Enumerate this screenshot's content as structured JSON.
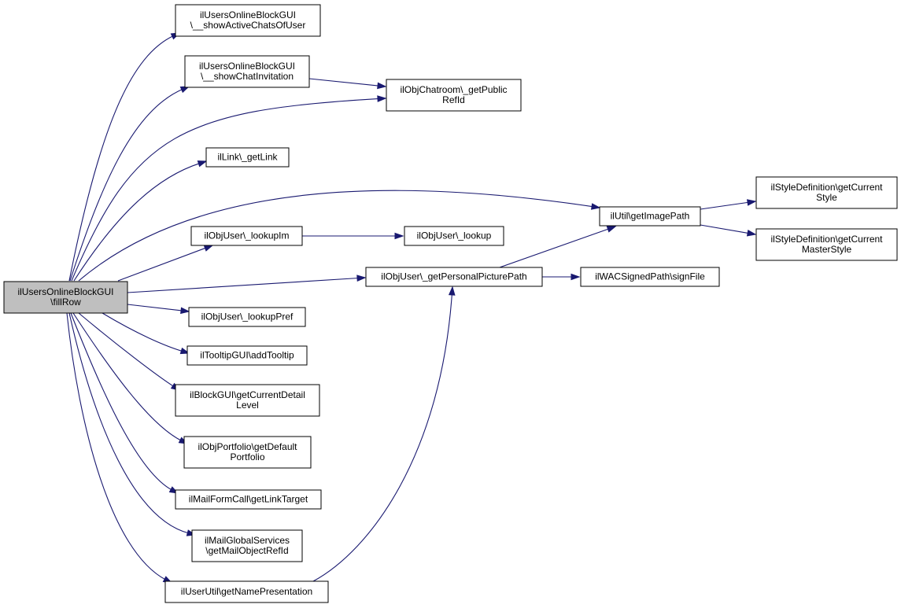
{
  "graph": {
    "edge_color": "#191970",
    "root_fill": "#bfbfbf",
    "nodes": [
      {
        "id": "fillRow",
        "lines": [
          "ilUsersOnlineBlockGUI",
          "\\fillRow"
        ],
        "root": true
      },
      {
        "id": "showActiveChats",
        "lines": [
          "ilUsersOnlineBlockGUI",
          "\\__showActiveChatsOfUser"
        ]
      },
      {
        "id": "showChatInvitation",
        "lines": [
          "ilUsersOnlineBlockGUI",
          "\\__showChatInvitation"
        ]
      },
      {
        "id": "getPublicRefId",
        "lines": [
          "ilObjChatroom\\_getPublic",
          "RefId"
        ]
      },
      {
        "id": "getLink",
        "lines": [
          "ilLink\\_getLink"
        ]
      },
      {
        "id": "getImagePath",
        "lines": [
          "ilUtil\\getImagePath"
        ]
      },
      {
        "id": "getCurrentStyle",
        "lines": [
          "ilStyleDefinition\\getCurrent",
          "Style"
        ]
      },
      {
        "id": "getCurrentMasterStyle",
        "lines": [
          "ilStyleDefinition\\getCurrent",
          "MasterStyle"
        ]
      },
      {
        "id": "lookupIm",
        "lines": [
          "ilObjUser\\_lookupIm"
        ]
      },
      {
        "id": "lookup",
        "lines": [
          "ilObjUser\\_lookup"
        ]
      },
      {
        "id": "getPersonalPicturePath",
        "lines": [
          "ilObjUser\\_getPersonalPicturePath"
        ]
      },
      {
        "id": "signFile",
        "lines": [
          "ilWACSignedPath\\signFile"
        ]
      },
      {
        "id": "lookupPref",
        "lines": [
          "ilObjUser\\_lookupPref"
        ]
      },
      {
        "id": "addTooltip",
        "lines": [
          "ilTooltipGUI\\addTooltip"
        ]
      },
      {
        "id": "getCurrentDetailLevel",
        "lines": [
          "ilBlockGUI\\getCurrentDetail",
          "Level"
        ]
      },
      {
        "id": "getDefaultPortfolio",
        "lines": [
          "ilObjPortfolio\\getDefault",
          "Portfolio"
        ]
      },
      {
        "id": "getLinkTarget",
        "lines": [
          "ilMailFormCall\\getLinkTarget"
        ]
      },
      {
        "id": "getMailObjectRefId",
        "lines": [
          "ilMailGlobalServices",
          "\\getMailObjectRefId"
        ]
      },
      {
        "id": "getNamePresentation",
        "lines": [
          "ilUserUtil\\getNamePresentation"
        ]
      }
    ],
    "edges": [
      [
        "fillRow",
        "showActiveChats"
      ],
      [
        "fillRow",
        "showChatInvitation"
      ],
      [
        "fillRow",
        "getPublicRefId"
      ],
      [
        "showChatInvitation",
        "getPublicRefId"
      ],
      [
        "fillRow",
        "getLink"
      ],
      [
        "fillRow",
        "getImagePath"
      ],
      [
        "fillRow",
        "lookupIm"
      ],
      [
        "lookupIm",
        "lookup"
      ],
      [
        "fillRow",
        "getPersonalPicturePath"
      ],
      [
        "getPersonalPicturePath",
        "getImagePath"
      ],
      [
        "getPersonalPicturePath",
        "signFile"
      ],
      [
        "getImagePath",
        "getCurrentStyle"
      ],
      [
        "getImagePath",
        "getCurrentMasterStyle"
      ],
      [
        "fillRow",
        "lookupPref"
      ],
      [
        "fillRow",
        "addTooltip"
      ],
      [
        "fillRow",
        "getCurrentDetailLevel"
      ],
      [
        "fillRow",
        "getDefaultPortfolio"
      ],
      [
        "fillRow",
        "getLinkTarget"
      ],
      [
        "fillRow",
        "getMailObjectRefId"
      ],
      [
        "fillRow",
        "getNamePresentation"
      ],
      [
        "getNamePresentation",
        "getPersonalPicturePath"
      ]
    ]
  }
}
